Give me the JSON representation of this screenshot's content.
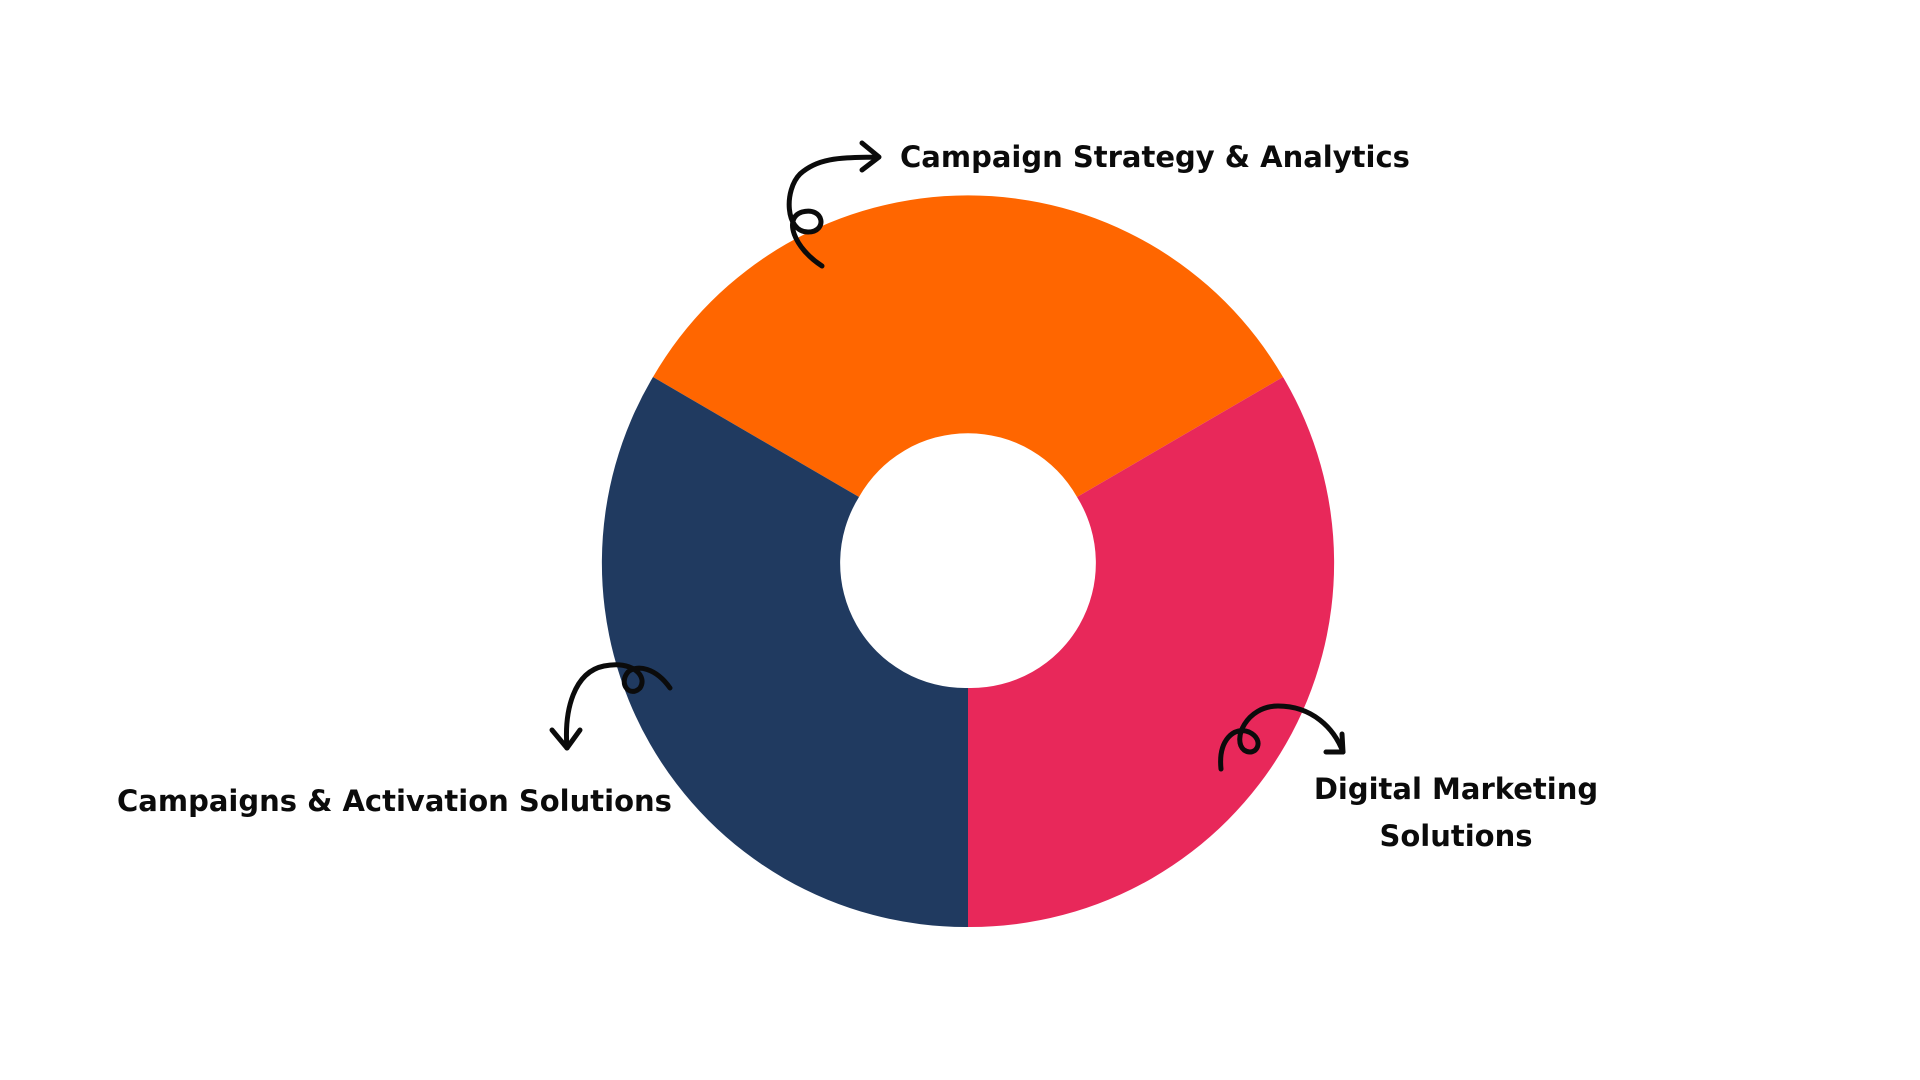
{
  "segments": [
    {
      "id": "top",
      "label": "Campaign Strategy & Analytics",
      "color": "#FF6600"
    },
    {
      "id": "right",
      "label_lines": [
        "Digital Marketing",
        "Solutions"
      ],
      "color": "#E8285A"
    },
    {
      "id": "left",
      "label": "Campaigns & Activation Solutions",
      "color": "#203A60"
    }
  ],
  "hole_color": "#FFFFFF",
  "icons": {
    "top": "curly-arrow-icon",
    "right": "curly-arrow-icon",
    "left": "curly-arrow-icon"
  }
}
